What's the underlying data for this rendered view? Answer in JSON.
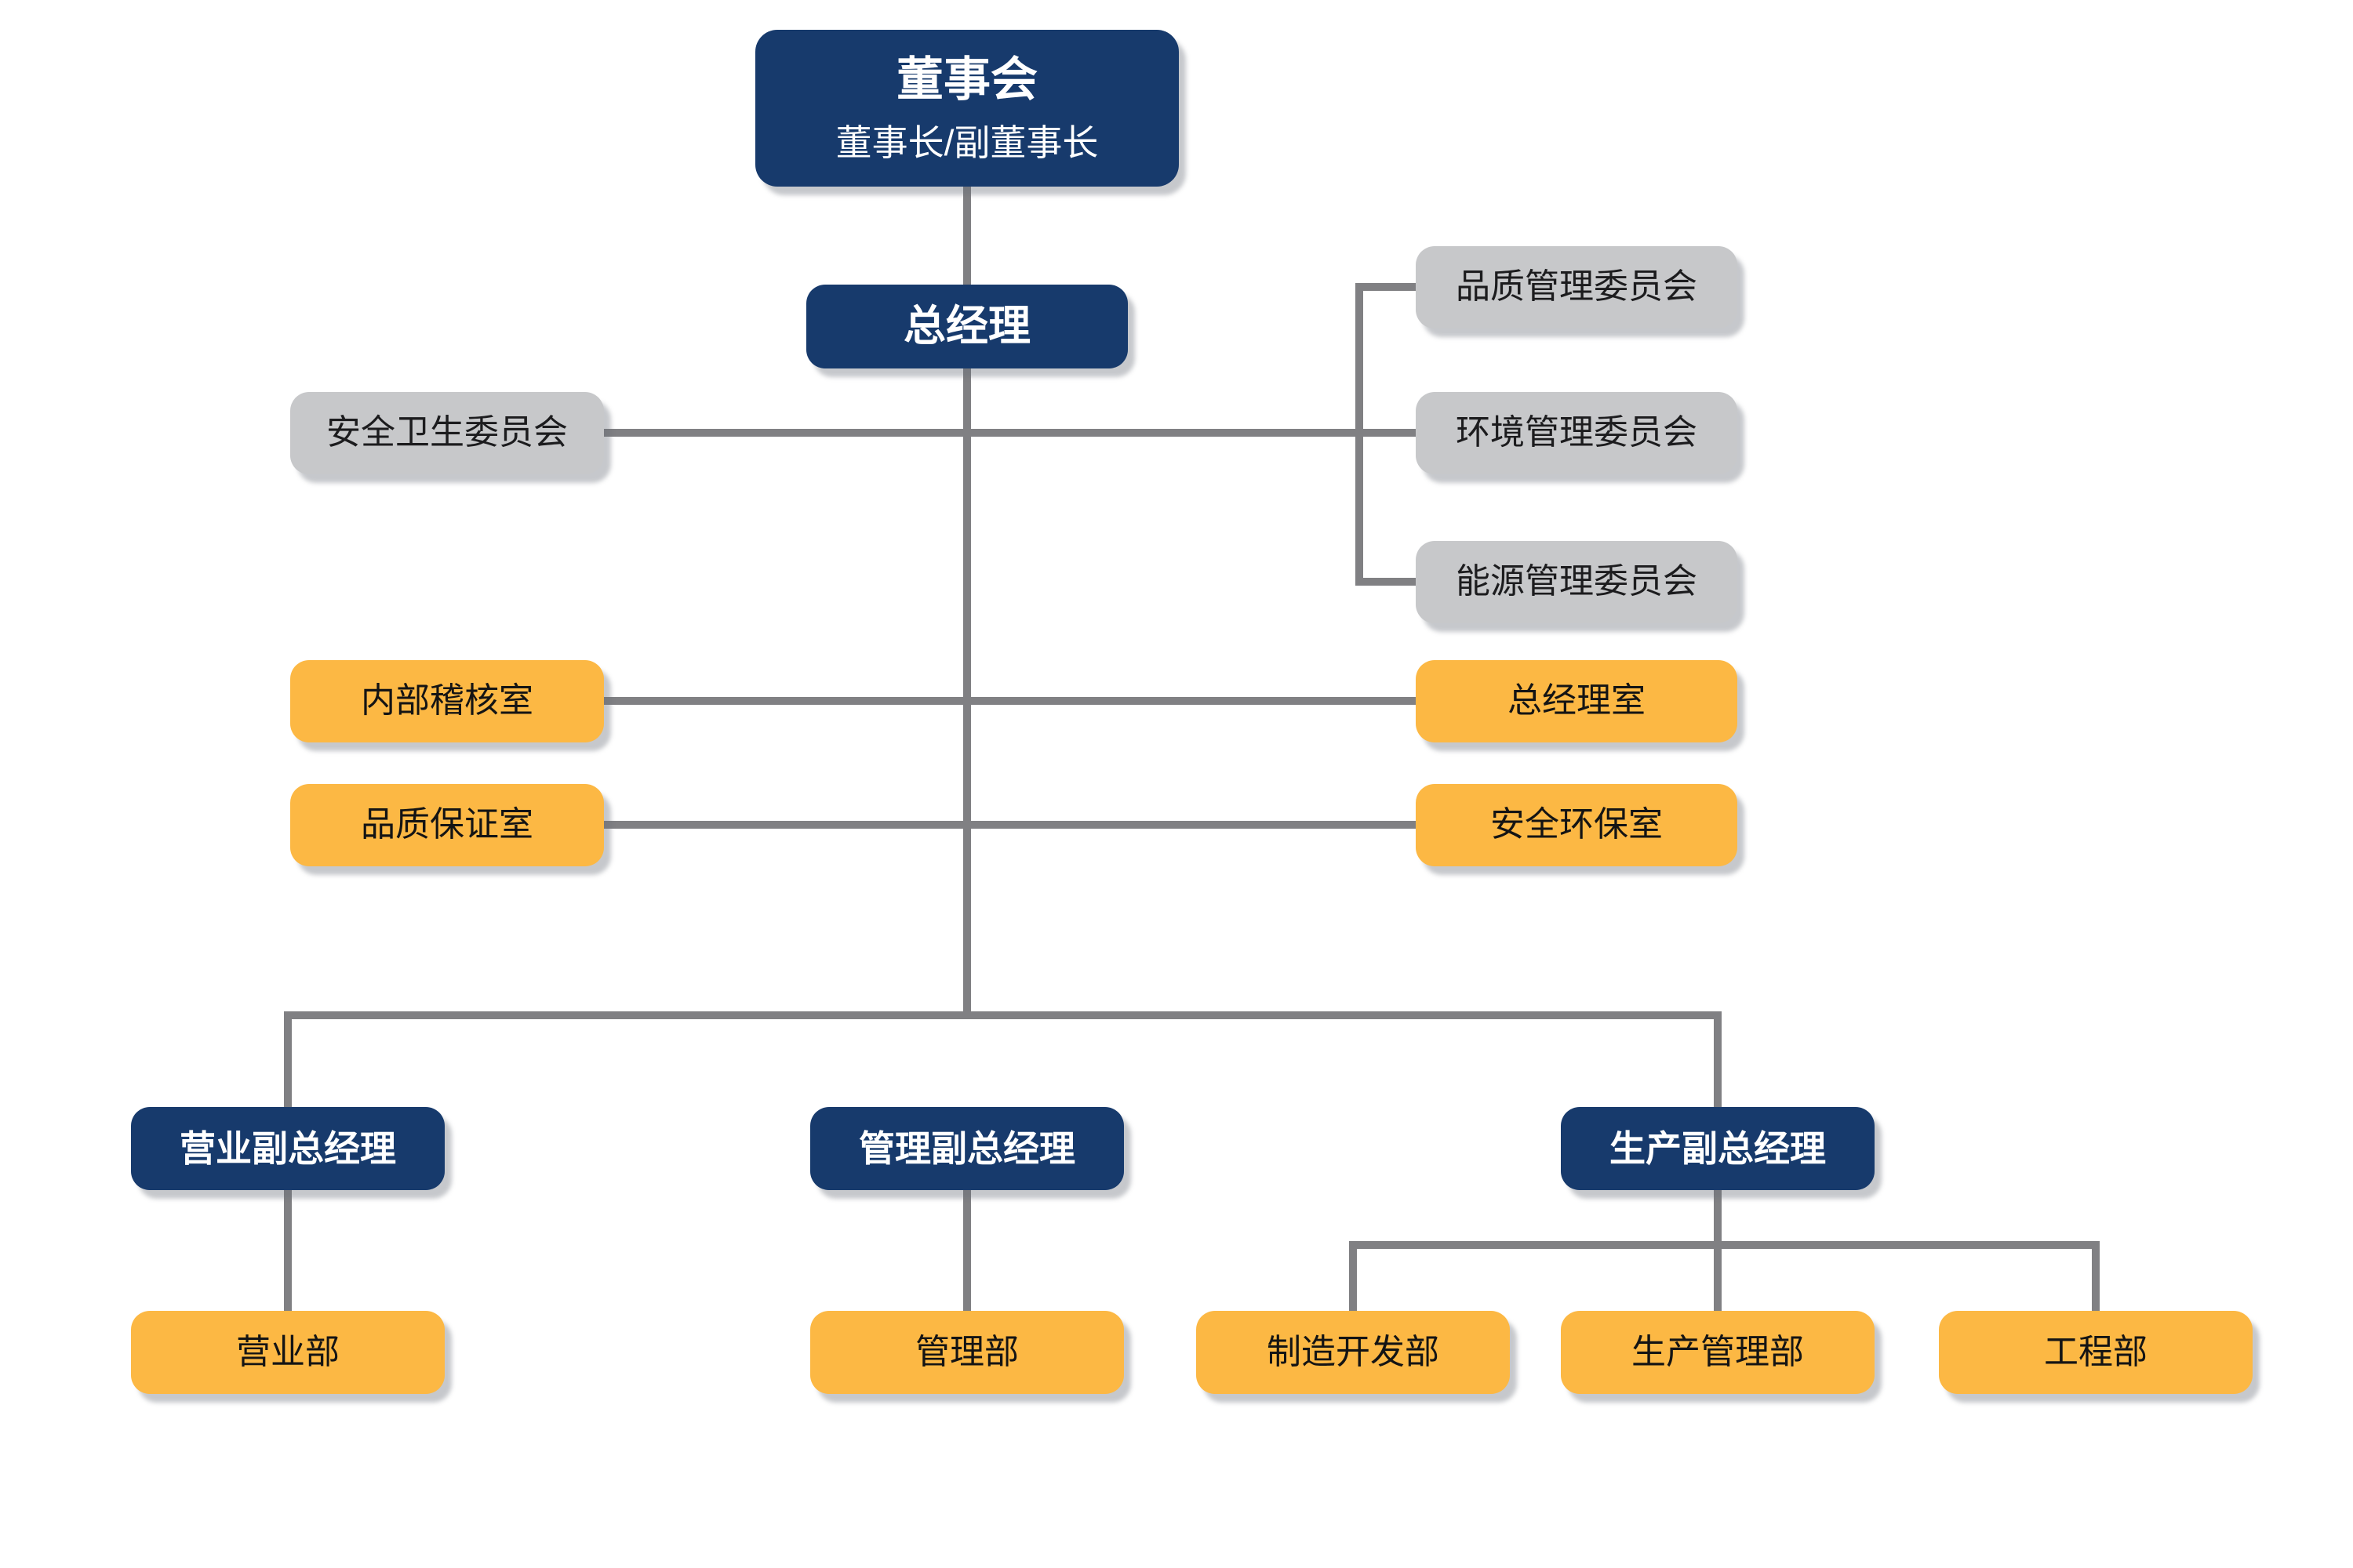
{
  "diagram": {
    "type": "org-chart",
    "background": "#ffffff",
    "colors": {
      "executive_box": "#173a6c",
      "department_box": "#fcb844",
      "committee_box": "#c7c8ca",
      "connector_line": "#808083",
      "text_on_dark": "#ffffff",
      "text_on_light": "#141414"
    },
    "nodes": {
      "board": {
        "title": "董事会",
        "subtitle": "董事长/副董事长"
      },
      "gm": {
        "label": "总经理"
      },
      "committee_safety_health": {
        "label": "安全卫生委员会"
      },
      "committee_quality": {
        "label": "品质管理委员会"
      },
      "committee_environment": {
        "label": "环境管理委员会"
      },
      "committee_energy": {
        "label": "能源管理委员会"
      },
      "office_internal_audit": {
        "label": "内部稽核室"
      },
      "office_gm": {
        "label": "总经理室"
      },
      "office_quality_assurance": {
        "label": "品质保证室"
      },
      "office_safety_environment": {
        "label": "安全环保室"
      },
      "vp_sales": {
        "label": "营业副总经理"
      },
      "vp_admin": {
        "label": "管理副总经理"
      },
      "vp_production": {
        "label": "生产副总经理"
      },
      "dept_sales": {
        "label": "营业部"
      },
      "dept_admin": {
        "label": "管理部"
      },
      "dept_mfg_dev": {
        "label": "制造开发部"
      },
      "dept_prod_mgmt": {
        "label": "生产管理部"
      },
      "dept_engineering": {
        "label": "工程部"
      }
    }
  }
}
